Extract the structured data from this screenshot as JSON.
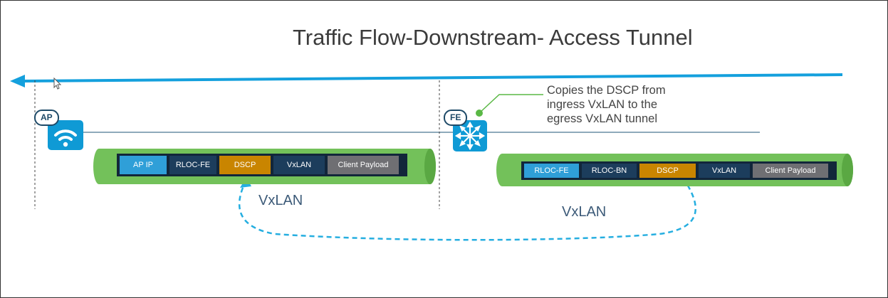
{
  "title": "Traffic Flow-Downstream- Access Tunnel",
  "note_lines": [
    "Copies the DSCP from",
    "ingress VxLAN to the",
    "egress VxLAN tunnel"
  ],
  "ap_badge": "AP",
  "fe_badge": "FE",
  "left_tunnel": {
    "label": "VxLAN",
    "fields": [
      "AP IP",
      "RLOC-FE",
      "DSCP",
      "VxLAN",
      "Client Payload"
    ]
  },
  "right_tunnel": {
    "label": "VxLAN",
    "fields": [
      "RLOC-FE",
      "RLOC-BN",
      "DSCP",
      "VxLAN",
      "Client Payload"
    ]
  },
  "colors": {
    "flow_arrow": "#14a0dd",
    "network_line": "#8eaabb",
    "tunnel_green": "#73c15a",
    "device_blue": "#0f9ad5",
    "dscp_orange": "#c98500",
    "field_light_blue": "#2f9fd8",
    "field_navy": "#1c3d5c",
    "field_gray": "#6f6f73",
    "callout_green": "#5ab845",
    "dashed_link": "#25aee0"
  },
  "icons": [
    "wifi-icon",
    "switch-icon",
    "cursor-icon"
  ]
}
